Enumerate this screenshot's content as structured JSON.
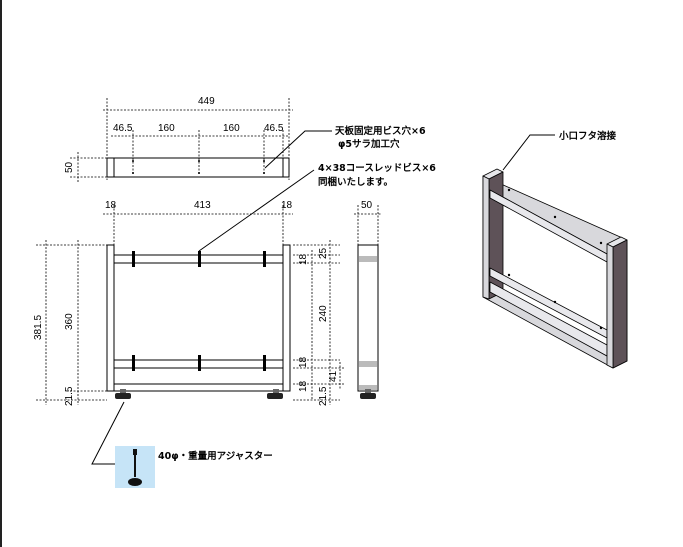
{
  "top_view": {
    "overall_width": "449",
    "spacing": [
      "46.5",
      "160",
      "160",
      "46.5"
    ],
    "depth": "50"
  },
  "front_view": {
    "post": "18",
    "inner": "413",
    "post_right": "18",
    "total_height": "381.5",
    "frame_height": "360",
    "foot_height": "21.5",
    "right_dims": {
      "rail_top": "18",
      "top_offset": "25",
      "gap": "240",
      "rail_mid": "18",
      "rail_bottom": "18",
      "bottom_gap": "41",
      "foot": "21.5"
    }
  },
  "side_view": {
    "depth": "50"
  },
  "callouts": {
    "top_holes_line1": "天板固定用ビス穴×6",
    "top_holes_line2": "φ5サラ加工穴",
    "screws_line1": "4×38コースレッドビス×6",
    "screws_line2": "同梱いたします。",
    "adjuster": "40φ・重量用アジャスター",
    "end_cap": "小口フタ溶接"
  },
  "colors": {
    "post_shade": "#5e5258",
    "frame_face": "#d8d8dc",
    "adjuster_bg": "#c6e4f7"
  }
}
